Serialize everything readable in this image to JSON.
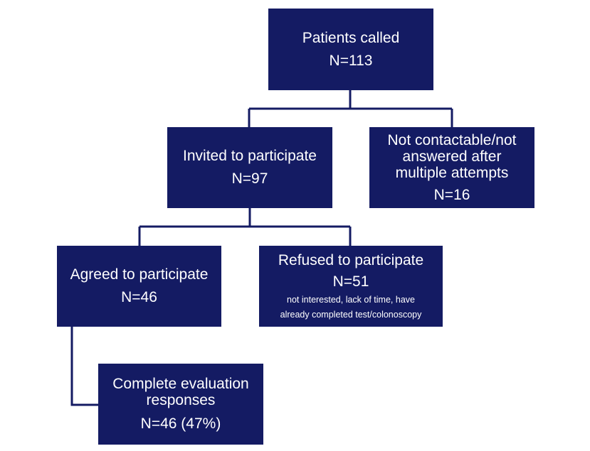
{
  "nodes": {
    "called": {
      "label": "Patients called",
      "count": "N=113"
    },
    "invited": {
      "label": "Invited to participate",
      "count": "N=97"
    },
    "not_contactable": {
      "label_lines": [
        "Not contactable/not",
        "answered after",
        "multiple attempts"
      ],
      "count": "N=16"
    },
    "agreed": {
      "label": "Agreed to participate",
      "count": "N=46"
    },
    "refused": {
      "label": "Refused to participate",
      "count": "N=51",
      "note_lines": [
        "not interested, lack of time, have",
        "already completed test/colonoscopy"
      ]
    },
    "complete": {
      "label_lines": [
        "Complete evaluation",
        "responses"
      ],
      "count": "N=46 (47%)"
    }
  },
  "colors": {
    "box_fill": "#141b63",
    "connector": "#141b63",
    "text": "#ffffff"
  }
}
